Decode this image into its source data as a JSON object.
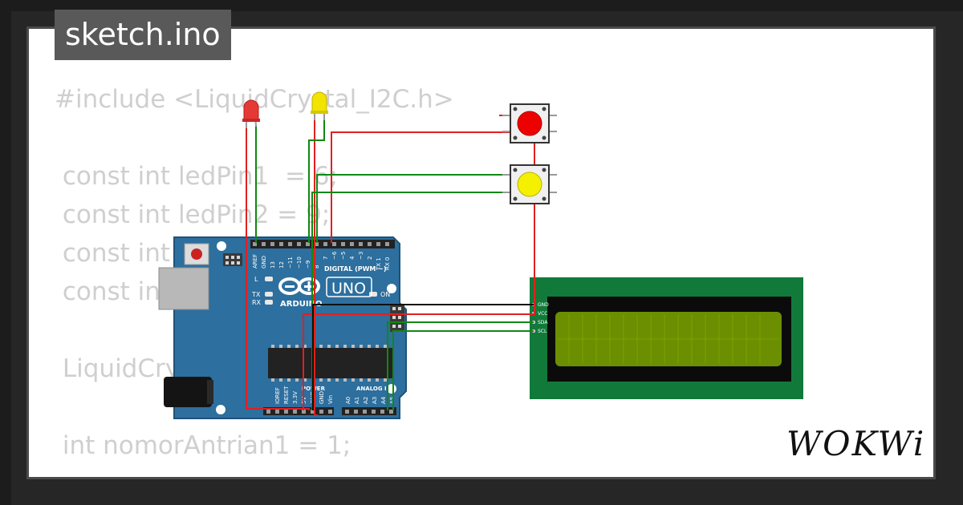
{
  "window": {
    "filename": "sketch.ino"
  },
  "code_lines": [
    "#include <LiquidCrystal_I2C.h>",
    "",
    " const int ledPin1  = 6;",
    " const int ledPin2 = 9;",
    " const int",
    " const int",
    "",
    " LiquidCry                                              6, 2);",
    "",
    " int nomorAntrian1 = 1;"
  ],
  "board": {
    "brand": "ARDUINO",
    "model": "UNO",
    "digital_header": "DIGITAL (PWM ~)",
    "power_header": "POWER",
    "analog_header": "ANALOG IN",
    "led_l": "L",
    "led_tx": "TX",
    "led_rx": "RX",
    "led_on": "ON",
    "top_pins": [
      "AREF",
      "GND",
      "13",
      "12",
      "~11",
      "~10",
      "~9",
      "8",
      "7",
      "~6",
      "~5",
      "4",
      "~3",
      "2",
      "TX 1",
      "RX 0"
    ],
    "bottom_pins": [
      "IOREF",
      "RESET",
      "3.3V",
      "5V",
      "GND",
      "GND",
      "Vin",
      "A0",
      "A1",
      "A2",
      "A3",
      "A4",
      "A5"
    ]
  },
  "lcd": {
    "pins": [
      "GND",
      "VCC",
      "SDA",
      "SCL"
    ]
  },
  "components": {
    "led_1_color": "#e53935",
    "led_2_color": "#f2e300",
    "button_1_color": "#ee0000",
    "button_2_color": "#f5f000"
  },
  "colors": {
    "board": "#2d6f9e",
    "lcd_pcb": "#117a3a",
    "lcd_screen": "#6b8f00",
    "wire_red": "#e02020",
    "wire_green": "#118811",
    "wire_black": "#111111"
  },
  "logo": {
    "text": "WOKWi"
  }
}
